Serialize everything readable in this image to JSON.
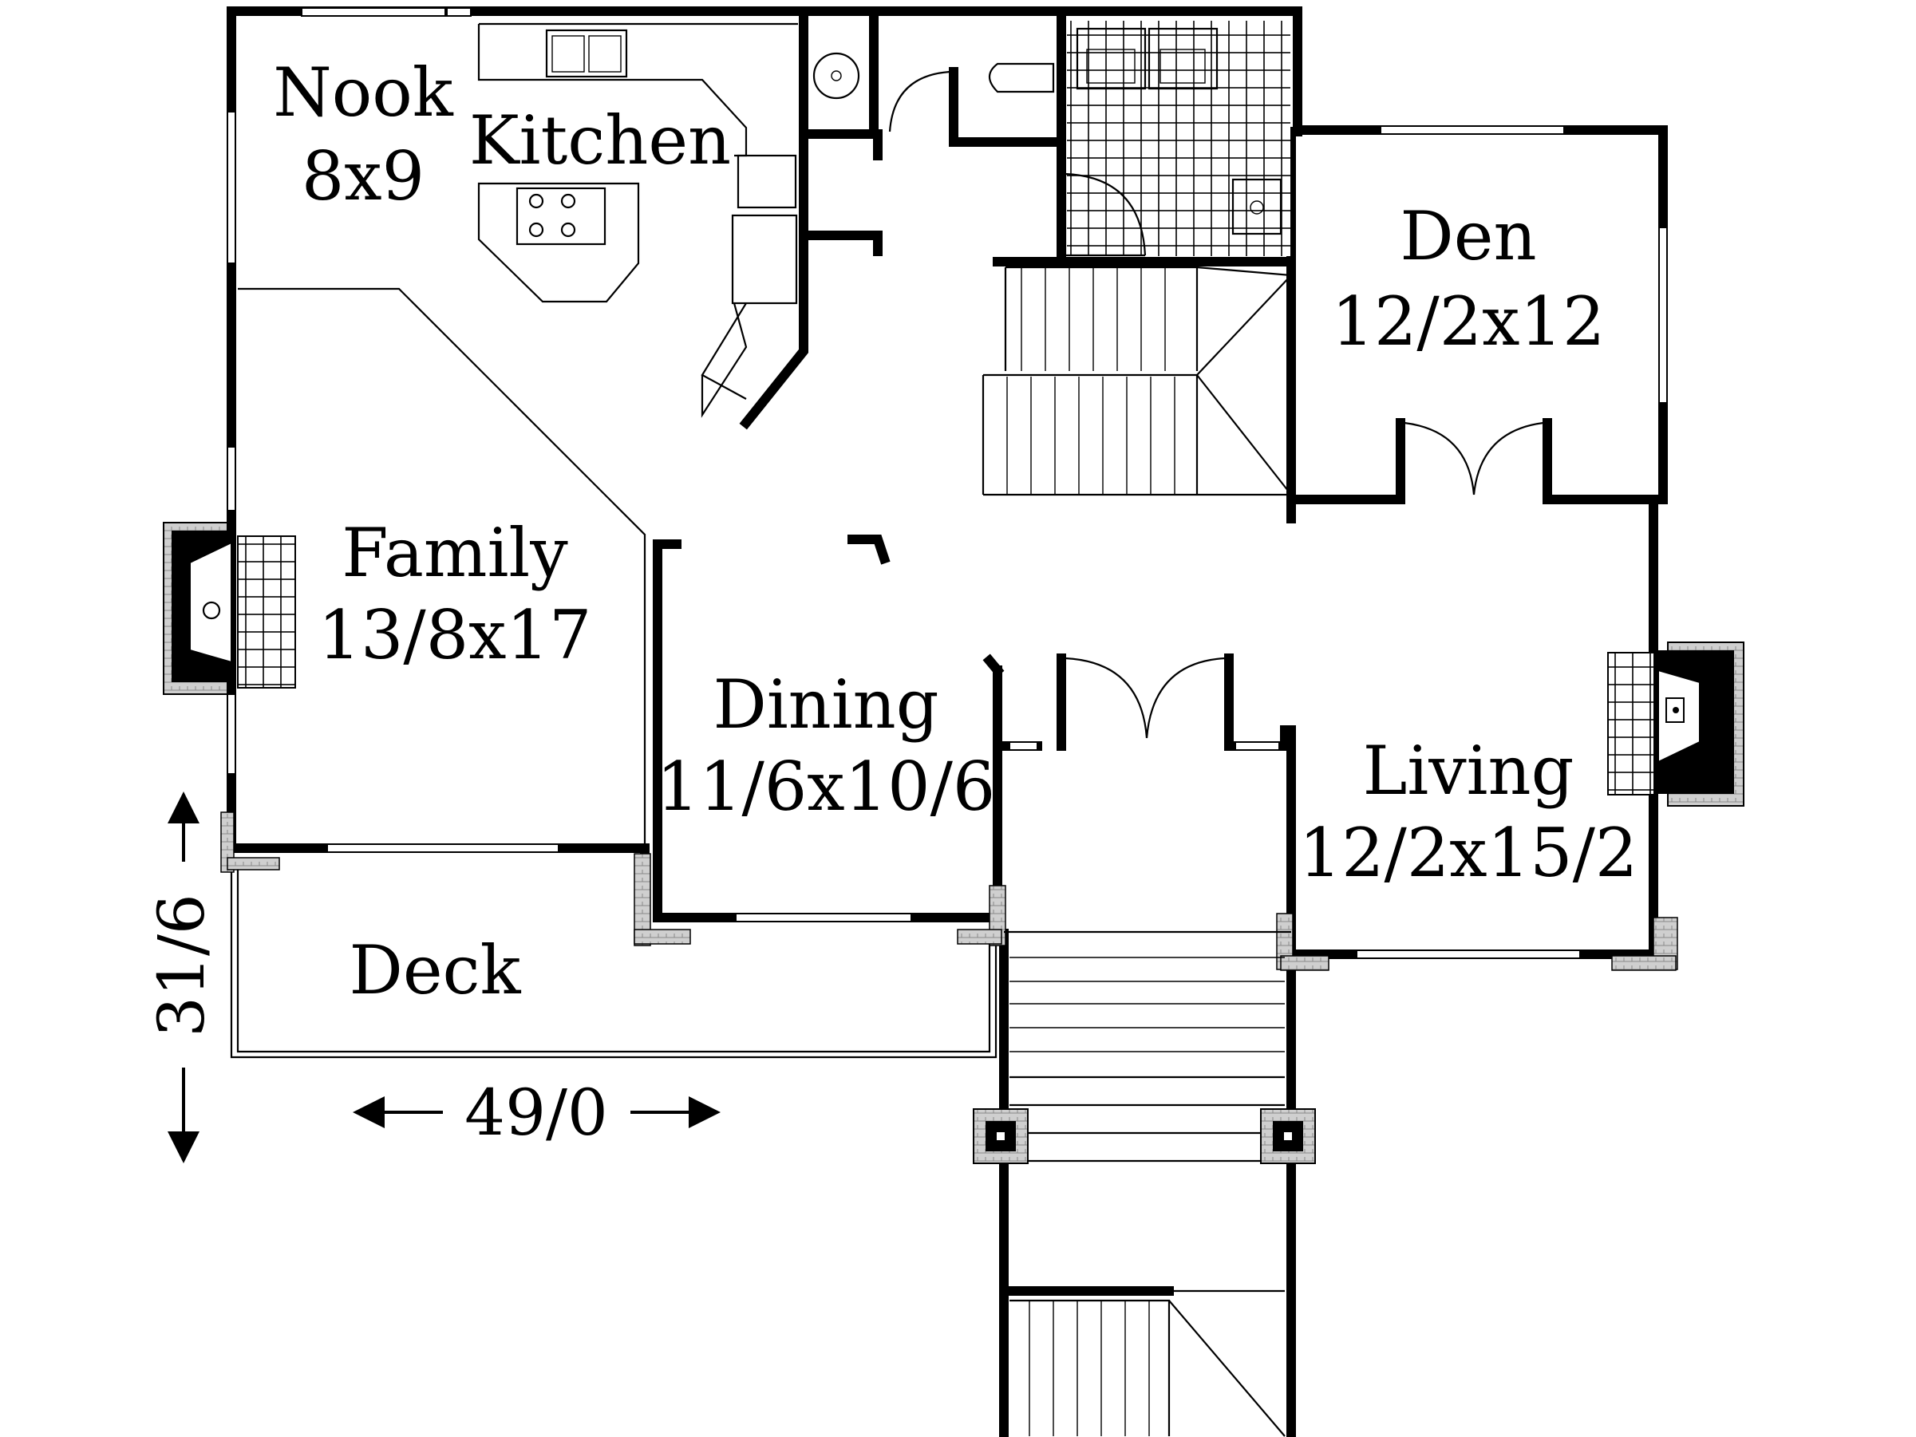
{
  "rooms": {
    "nook": {
      "name": "Nook",
      "size": "8x9"
    },
    "kitchen": {
      "name": "Kitchen"
    },
    "den": {
      "name": "Den",
      "size": "12/2x12"
    },
    "family": {
      "name": "Family",
      "size": "13/8x17"
    },
    "dining": {
      "name": "Dining",
      "size": "11/6x10/6"
    },
    "living": {
      "name": "Living",
      "size": "12/2x15/2"
    },
    "deck": {
      "name": "Deck"
    }
  },
  "dimensions": {
    "width": "49/0",
    "height": "31/6"
  }
}
